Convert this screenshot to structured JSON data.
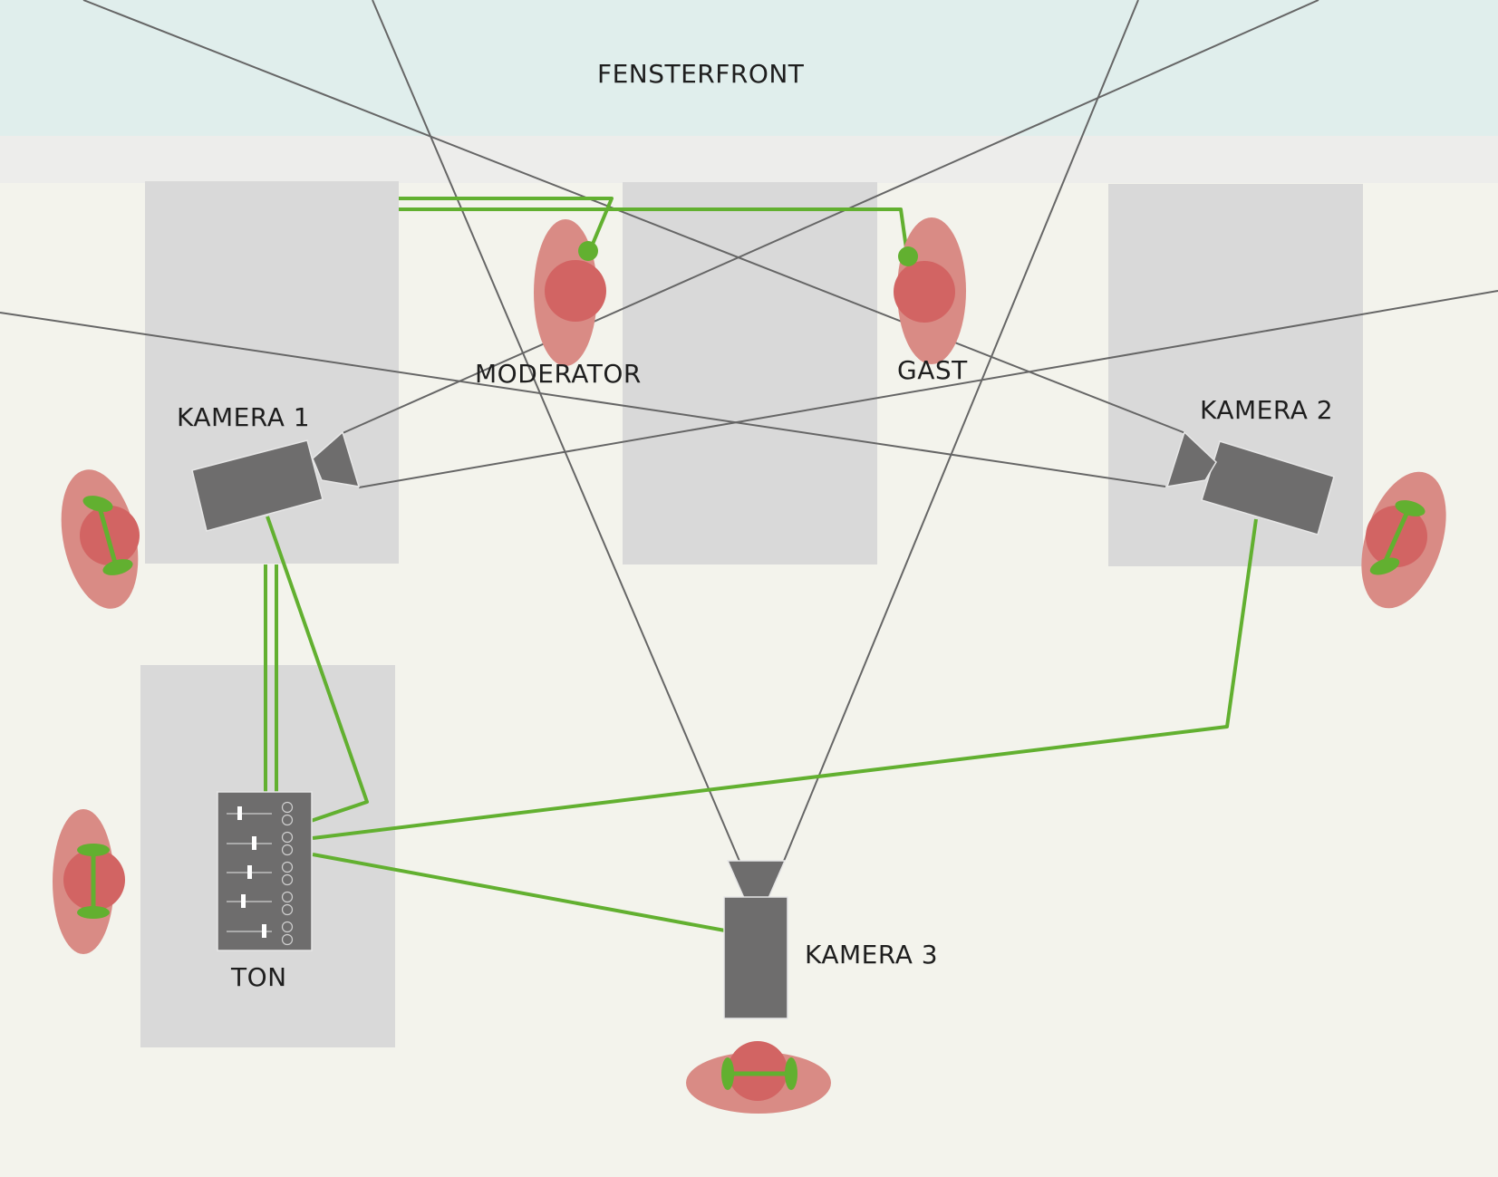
{
  "labels": {
    "window_front": "FENSTERFRONT",
    "moderator": "MODERATOR",
    "guest": "GAST",
    "camera1": "KAMERA 1",
    "camera2": "KAMERA 2",
    "camera3": "KAMERA 3",
    "sound": "TON"
  },
  "colors": {
    "background": "#f3f3ec",
    "window_band": "#e0eeec",
    "sill": "#ededeb",
    "table": "#d9d9d9",
    "camera": "#6e6d6d",
    "cable": "#62b030",
    "person_body": "#d98b85",
    "person_head": "#d26463",
    "sight_line": "#666666"
  },
  "icons": {
    "camera": "video-camera-icon",
    "mixer": "audio-mixer-icon",
    "person": "person-topview-icon",
    "headphones": "headphones-icon",
    "lavalier": "lavalier-mic-icon"
  }
}
